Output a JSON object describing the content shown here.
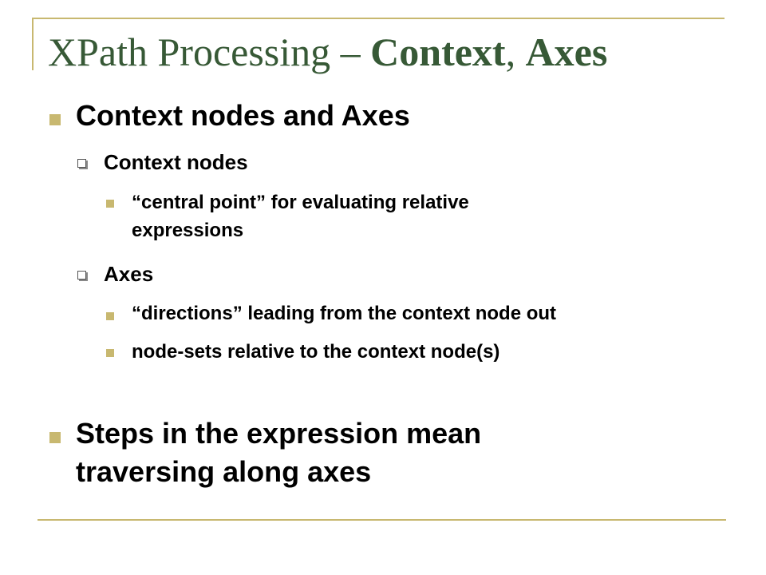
{
  "slide": {
    "title": {
      "plain": "XPath Processing – ",
      "bold1": "Context",
      "sep": ", ",
      "bold2": "Axes"
    },
    "bullets": {
      "b1": "Context nodes and Axes",
      "b1_1": "Context nodes",
      "b1_1_1_line1": "“central point” for evaluating relative",
      "b1_1_1_line2": "expressions",
      "b1_2": "Axes",
      "b1_2_1": "“directions” leading from the context node out",
      "b1_2_2": "node-sets relative to the context node(s)",
      "b2_line1": "Steps in the expression mean",
      "b2_line2": "traversing along axes"
    },
    "colors": {
      "title": "#375936",
      "accent": "#c8b870",
      "text": "#000000"
    }
  }
}
